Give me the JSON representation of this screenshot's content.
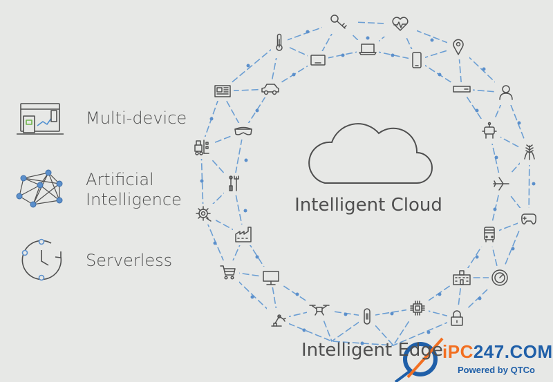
{
  "features": [
    {
      "label_lines": [
        "Multi-device"
      ],
      "icon": "multi-device-icon"
    },
    {
      "label_lines": [
        "Artificial",
        "Intelligence"
      ],
      "icon": "neural-network-icon"
    },
    {
      "label_lines": [
        "Serverless"
      ],
      "icon": "clock-cycle-icon"
    }
  ],
  "cloud": {
    "title": "Intelligent Cloud",
    "icon": "cloud-icon"
  },
  "edge": {
    "title": "Intelligent Edge"
  },
  "ring_icons": [
    "key-icon",
    "heart-rate-icon",
    "location-pin-icon",
    "person-icon",
    "robot-icon",
    "wheat-icon",
    "airplane-icon",
    "game-controller-icon",
    "bus-icon",
    "gauge-icon",
    "padlock-icon",
    "chip-icon",
    "smart-band-icon",
    "robot-arm-icon",
    "shopping-cart-icon",
    "gear-icon",
    "forklift-icon",
    "newspaper-icon",
    "thermometer-icon",
    "tablet-icon",
    "laptop-icon",
    "phone-icon",
    "server-icon",
    "vr-headset-icon",
    "screwdriver-wrench-icon",
    "factory-icon",
    "monitor-icon",
    "drone-icon",
    "building-icon",
    "car-icon"
  ],
  "colors": {
    "background": "#e7e8e6",
    "text": "#4f4f4f",
    "ring_line": "#6b9ed3",
    "node_dot": "#5b8fcb",
    "accent_green": "#6fb44a",
    "watermark_blue": "#1f5fa8",
    "watermark_orange": "#f26f21"
  },
  "watermark": {
    "brand_prefix": "iPC",
    "brand_rest": "247.COM",
    "subtitle": "Powered by QTCo"
  }
}
